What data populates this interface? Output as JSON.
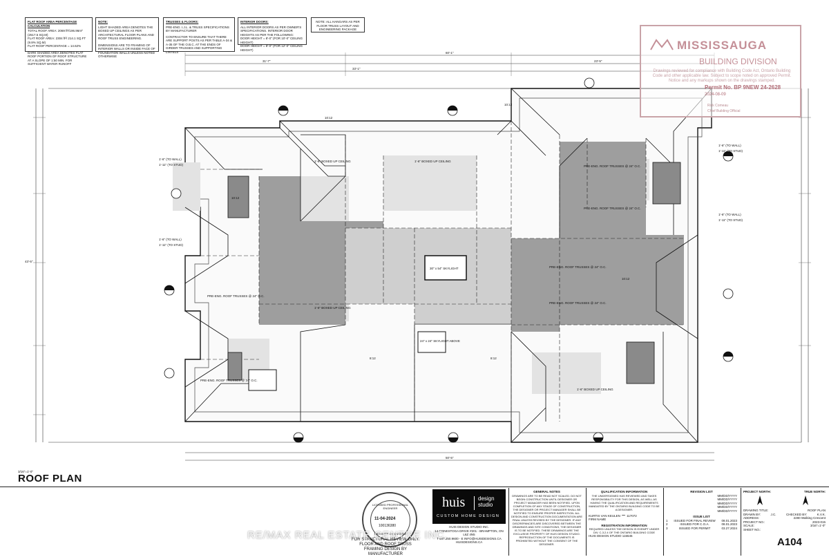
{
  "notes": {
    "flat_roof": {
      "heading": "FLAT ROOF AREA PERCENTAGE CALCULATION",
      "lines": [
        "TOTAL ROOF AREA: 2069 ft²/196.96m² (2517.5 SQ.M)",
        "FLAT ROOF AREA: 2304 ft²/ 214.1 SQ.FT (9.8% SQ.M)",
        "FLAT ROOF PERCENTAGE = 14.62%"
      ],
      "footer": "DARK SHADED AREA DENOTES FLAT ROOF PORTION OF ROOF STRUCTURE AT A SLOPE OF 1:50 MIN. FOR SUFFICIENT WATER RUNOFF"
    },
    "note": {
      "heading": "NOTE:",
      "lines": [
        "LIGHT SHADED AREA DENOTES THE BOXED UP CEILINGS AS PER ARCHITECTURAL FLOOR PLANS AND ROOF TRUSS ENGINEERING."
      ],
      "footer": "DIMENSIONS ARE TO FRAMING OF INTERIOR WALLS OR INSIDE FACE OF FOUNDATION WALLS UNLESS NOTED OTHERWISE"
    },
    "trusses": {
      "heading": "TRUSSES & FLOORS:",
      "lines": [
        "PRE-ENG. I.J.L. & TRUSS SPECIFICATIONS BY MANUFACTURER",
        "CONTRACTOR TO ENSURE THAT THERE ARE SUPPORT POSTS AS PER TABLE A-34 & A-35 OF THE O.B.C. AT THE ENDS OF GIRDER TRUSSES AND SUPPORTING LINTELS"
      ]
    },
    "interior_doors": {
      "heading": "INTERIOR DOORS:",
      "lines": [
        "ALL INTERIOR DOORS AS PER OWNER'S SPECIFICATIONS. INTERIOR DOOR HEIGHTS AS PER THE FOLLOWING:",
        "DOOR HEIGHT = 8'-0\" (FOR 10'-0\" CEILING HEIGHT)",
        "DOOR HEIGHT = 8'-0\" (FOR 12'-0\" CEILING HEIGHT)"
      ]
    },
    "hangers": {
      "lines": [
        "NOTE: ALL HANGARS AS PER FLOOR TRUSS LAYOUT AND ENGINEERING PACKAGE"
      ]
    }
  },
  "stamp": {
    "brand": "MISSISSAUGA",
    "division": "BUILDING DIVISION",
    "text": "Drawings reviewed for compliance with Building Code Act, Ontario Building Code and other applicable law. Subject to scope noted on approved Permit. Notice and any markups shown on the drawings stamped.",
    "permit": "Permit No.  BP 9NEW 24-2628",
    "date": "2024-08-09",
    "reviewer": "Rick Comeau",
    "role": "Chief Building Official"
  },
  "plan": {
    "labels": {
      "pre_eng": "PRE-ENG. ROOF TRUSSES @ 24\" O.C.",
      "boxed_up": "1'-6\" BOXED UP CEILING",
      "skylight_main": "30\" x 54\" SKYLIGHT",
      "skylight_small": "24\" x 24\" SKYLIGHT ABOVE",
      "to_wall": "1'-6\" (TO WALL)",
      "to_stud": "1'-11\" (TO STUD)",
      "pitch": "10:12",
      "pitch2": "8:12",
      "overall_w": "60'-1\"",
      "overall_w2": "50'-5\"",
      "dim_left": "31'-7\"",
      "dim_right": "23'-5\"",
      "dim_mid": "33'-1\"",
      "dim_vert": "43'-5\"",
      "scale": "3/16\"=1'-0\""
    }
  },
  "sheet": {
    "title": "ROOF PLAN"
  },
  "title_block": {
    "company": "HUIS DESIGN STUDIO INC.",
    "address": "14 CONESTOGA DRIVE #201 - BRAMPTON, ON L6Z 4N5",
    "contact": "T 647.250.9600 - E INFO@HUISDESIGNS.CA",
    "web": "HUISDESIGNS.CA",
    "logo_huis": "huis",
    "logo_design": "design",
    "logo_studio": "studio",
    "logo_sub": "CUSTOM HOME DESIGN",
    "general_heading": "GENERAL NOTES",
    "general_text": "DRAWINGS ARE TO BE READ NOT SCALED. DO NOT BEGIN CONSTRUCTION UNTIL DESIGNER OR PROJECT MANAGER HAS BEEN NOTIFIED. UPON COMPLETION OF ANY STAGE OF CONSTRUCTION, THE DESIGNER OR PROJECT MANAGER SHALL BE NOTIFIED TO ENSURE PROPER INSPECTION. ALL DESIGN AND CONSTRUCTION DOCUMENTATION ARE FINAL UNLESS REVISED BY THE DESIGNER. IF ANY DISCREPANCIES ARE DISCOVERED BETWEEN THE DRAWINGS AND SITE CONDITIONS, THE DESIGNER IS TO BE NOTIFIED. THESE DRAWINGS ARE THE EXCLUSIVE PROPERTY OF HUIS DESIGN STUDIO. REPRODUCTION OF THE DOCUMENTS IS PROHIBITED WITHOUT THE CONSENT OF THE DESIGNER.",
    "qual_heading": "QUALIFICATION INFORMATION",
    "qual_text": "THE UNDERSIGNED HAS REVIEWED AND TAKES RESPONSIBILITY FOR THIS DESIGN, AS WELL AS HAVING THE QUALIFICATION AND REQUIREMENTS MANDATED BY THE ONTARIO BUILDING CODE TO BE A DESIGNER.",
    "qual_name": "KURTIS VAN KEULEN",
    "qual_bcin": "117072",
    "firm_name": "FIRM NAME",
    "reg_heading": "REGISTRATION INFORMATION",
    "reg_text": "REQUIRED UNLESS THE DESIGN IS EXEMPT UNDER DIV. C-3.2.4 OF THE ONTARIO BUILDING CODE",
    "reg_firm": "HUIS DESIGN STUDIO",
    "reg_bcin": "115545",
    "rev_heading": "REVISION LIST",
    "revisions": [
      "MM/DD/YYYY",
      "MM/DD/YYYY",
      "MM/DD/YYYY",
      "MM/DD/YYYY",
      "MM/DD/YYYY"
    ],
    "issue_heading": "ISSUE LIST",
    "issues": [
      {
        "no": "1",
        "desc": "ISSUED FOR FINAL REVIEW",
        "date": "08.01.2023"
      },
      {
        "no": "2",
        "desc": "ISSUED FOR C.O.A.",
        "date": "08.01.2023"
      },
      {
        "no": "3",
        "desc": "ISSUED FOR PERMIT",
        "date": "03.27.2024"
      }
    ],
    "north_project": "PROJECT NORTH:",
    "north_true": "TRUE NORTH:",
    "drawing_title_label": "DRAWING TITLE:",
    "drawing_title": "ROOF PLAN",
    "drawn_by_label": "DRAWN BY:",
    "drawn_by": "J.C.",
    "checked_by_label": "CHECKED BY:",
    "checked_by": "K.V.K.",
    "address_label": "ADDRESS:",
    "address_val": "2280 Walking Crescent",
    "project_label": "PROJECT NO.:",
    "project_val": "2023-015",
    "scale_label": "SCALE:",
    "scale_val": "3/16\"=1'-0\"",
    "sheet_label": "SHEET NO.:",
    "sheet_no": "A104"
  },
  "seal": {
    "ring": "LICENSED PROFESSIONAL ENGINEER",
    "date": "11-04-2024",
    "number": "100136380",
    "province": "PROVINCE OF ONTARIO"
  },
  "structural_note": "FOR STRUCTURAL REVIEW ONLY. FLOOR AND ROOF TRUSS FRAMING DESIGN BY MANUFACTURER",
  "watermark": "RE/MAX REAL ESTATE CENTRE INC."
}
